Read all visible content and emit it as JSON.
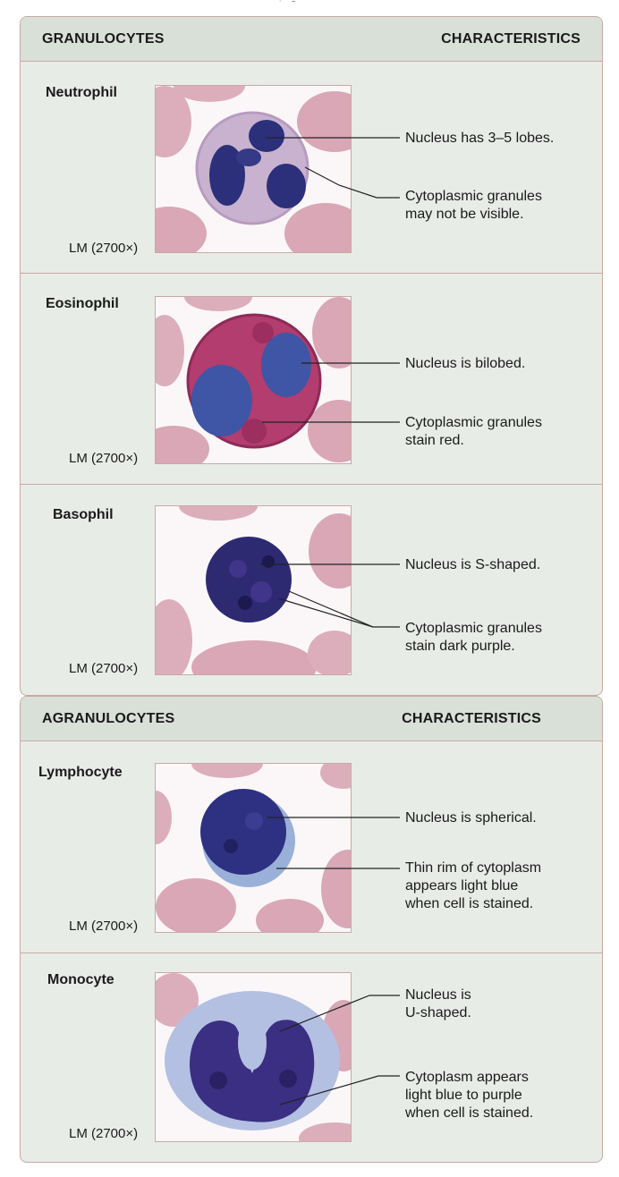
{
  "granulocytes": {
    "header_left": "GRANULOCYTES",
    "header_right": "CHARACTERISTICS",
    "cells": [
      {
        "name": "Neutrophil",
        "magnification": "LM (2700×)",
        "notes": [
          "Nucleus has 3–5 lobes.",
          "Cytoplasmic granules\nmay not be visible."
        ]
      },
      {
        "name": "Eosinophil",
        "magnification": "LM (2700×)",
        "notes": [
          "Nucleus is bilobed.",
          "Cytoplasmic granules\nstain red."
        ]
      },
      {
        "name": "Basophil",
        "magnification": "LM (2700×)",
        "notes": [
          "Nucleus is S-shaped.",
          "Cytoplasmic granules\nstain dark purple."
        ]
      }
    ]
  },
  "agranulocytes": {
    "header_left": "AGRANULOCYTES",
    "header_right": "CHARACTERISTICS",
    "cells": [
      {
        "name": "Lymphocyte",
        "magnification": "LM (2700×)",
        "notes": [
          "Nucleus is spherical.",
          "Thin rim of cytoplasm\nappears light blue\nwhen cell is stained."
        ]
      },
      {
        "name": "Monocyte",
        "magnification": "LM (2700×)",
        "notes": [
          "Nucleus is\nU-shaped.",
          "Cytoplasm appears\nlight blue to purple\nwhen cell is stained."
        ]
      }
    ]
  },
  "colors": {
    "panel_bg": "#e8ece7",
    "header_bg": "#d8e0d7",
    "border": "#c9a9a3",
    "rbc": "#d9a7b6",
    "nucleus": "#2c2f7a"
  }
}
